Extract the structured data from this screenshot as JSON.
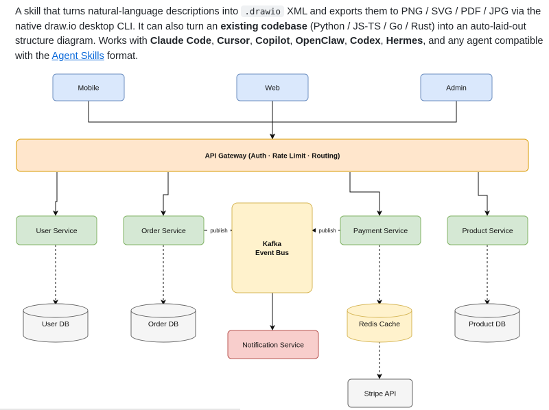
{
  "description": {
    "p1": "A skill that turns natural-language descriptions into ",
    "code": ".drawio",
    "p2": " XML and exports them to PNG / SVG / PDF / JPG via the native draw.io desktop CLI. It can also turn an ",
    "bold1": "existing codebase",
    "p3": " (Python / JS-TS / Go / Rust) into an auto-laid-out structure diagram. Works with ",
    "bold_agents": [
      "Claude Code",
      "Cursor",
      "Copilot",
      "OpenClaw",
      "Codex",
      "Hermes"
    ],
    "sep": ", ",
    "and": ", and ",
    "p4": ", and any agent compatible with the ",
    "link": "Agent Skills",
    "p5": " format."
  },
  "diagram": {
    "clients": {
      "mobile": "Mobile",
      "web": "Web",
      "admin": "Admin"
    },
    "gateway": "API Gateway (Auth · Rate Limit · Routing)",
    "services": {
      "user": "User Service",
      "order": "Order Service",
      "payment": "Payment Service",
      "product": "Product Service"
    },
    "bus": {
      "line1": "Kafka",
      "line2": "Event Bus"
    },
    "notification": "Notification Service",
    "stores": {
      "user_db": "User DB",
      "order_db": "Order DB",
      "redis": "Redis Cache",
      "product_db": "Product DB"
    },
    "external": {
      "stripe": "Stripe API"
    },
    "edge_labels": {
      "publish_left": "publish",
      "publish_right": "publish"
    },
    "colors": {
      "client_fill": "#dae8fc",
      "client_stroke": "#6c8ebf",
      "gateway_fill": "#ffe6cc",
      "gateway_stroke": "#d79b00",
      "service_fill": "#d5e8d4",
      "service_stroke": "#82b366",
      "bus_fill": "#fff2cc",
      "bus_stroke": "#d6b656",
      "notify_fill": "#f8cecc",
      "notify_stroke": "#b85450",
      "db_fill": "#f5f5f5",
      "db_stroke": "#666666",
      "redis_fill": "#fff2cc",
      "redis_stroke": "#d6b656"
    }
  }
}
